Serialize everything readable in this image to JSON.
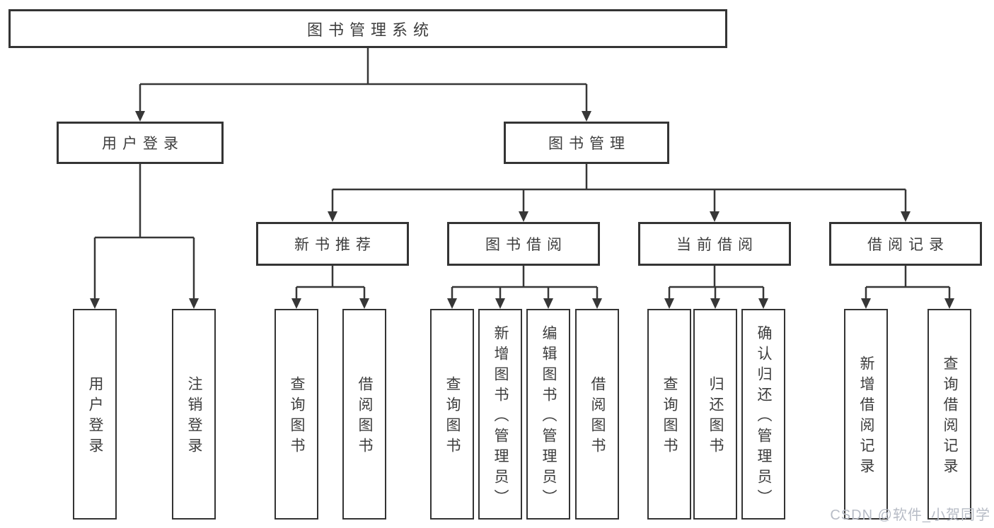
{
  "diagram": {
    "title": "图书管理系统",
    "level2": [
      "用户登录",
      "图书管理"
    ],
    "level3": [
      "新书推荐",
      "图书借阅",
      "当前借阅",
      "借阅记录"
    ],
    "leaves": {
      "user": [
        "用户登录",
        "注销登录"
      ],
      "recommend": [
        "查询图书",
        "借阅图书"
      ],
      "borrow": [
        "查询图书",
        "新增图书（管理员）",
        "编辑图书（管理员）",
        "借阅图书"
      ],
      "current": [
        "查询图书",
        "归还图书",
        "确认归还（管理员）"
      ],
      "records": [
        "新增借阅记录",
        "查询借阅记录"
      ]
    },
    "watermark": "CSDN @软件_小贺同学",
    "colors": {
      "line": "#373737",
      "border": "#343434",
      "text": "#3d3d3d",
      "watermark": "#b7bcc6",
      "background": "#ffffff"
    }
  }
}
